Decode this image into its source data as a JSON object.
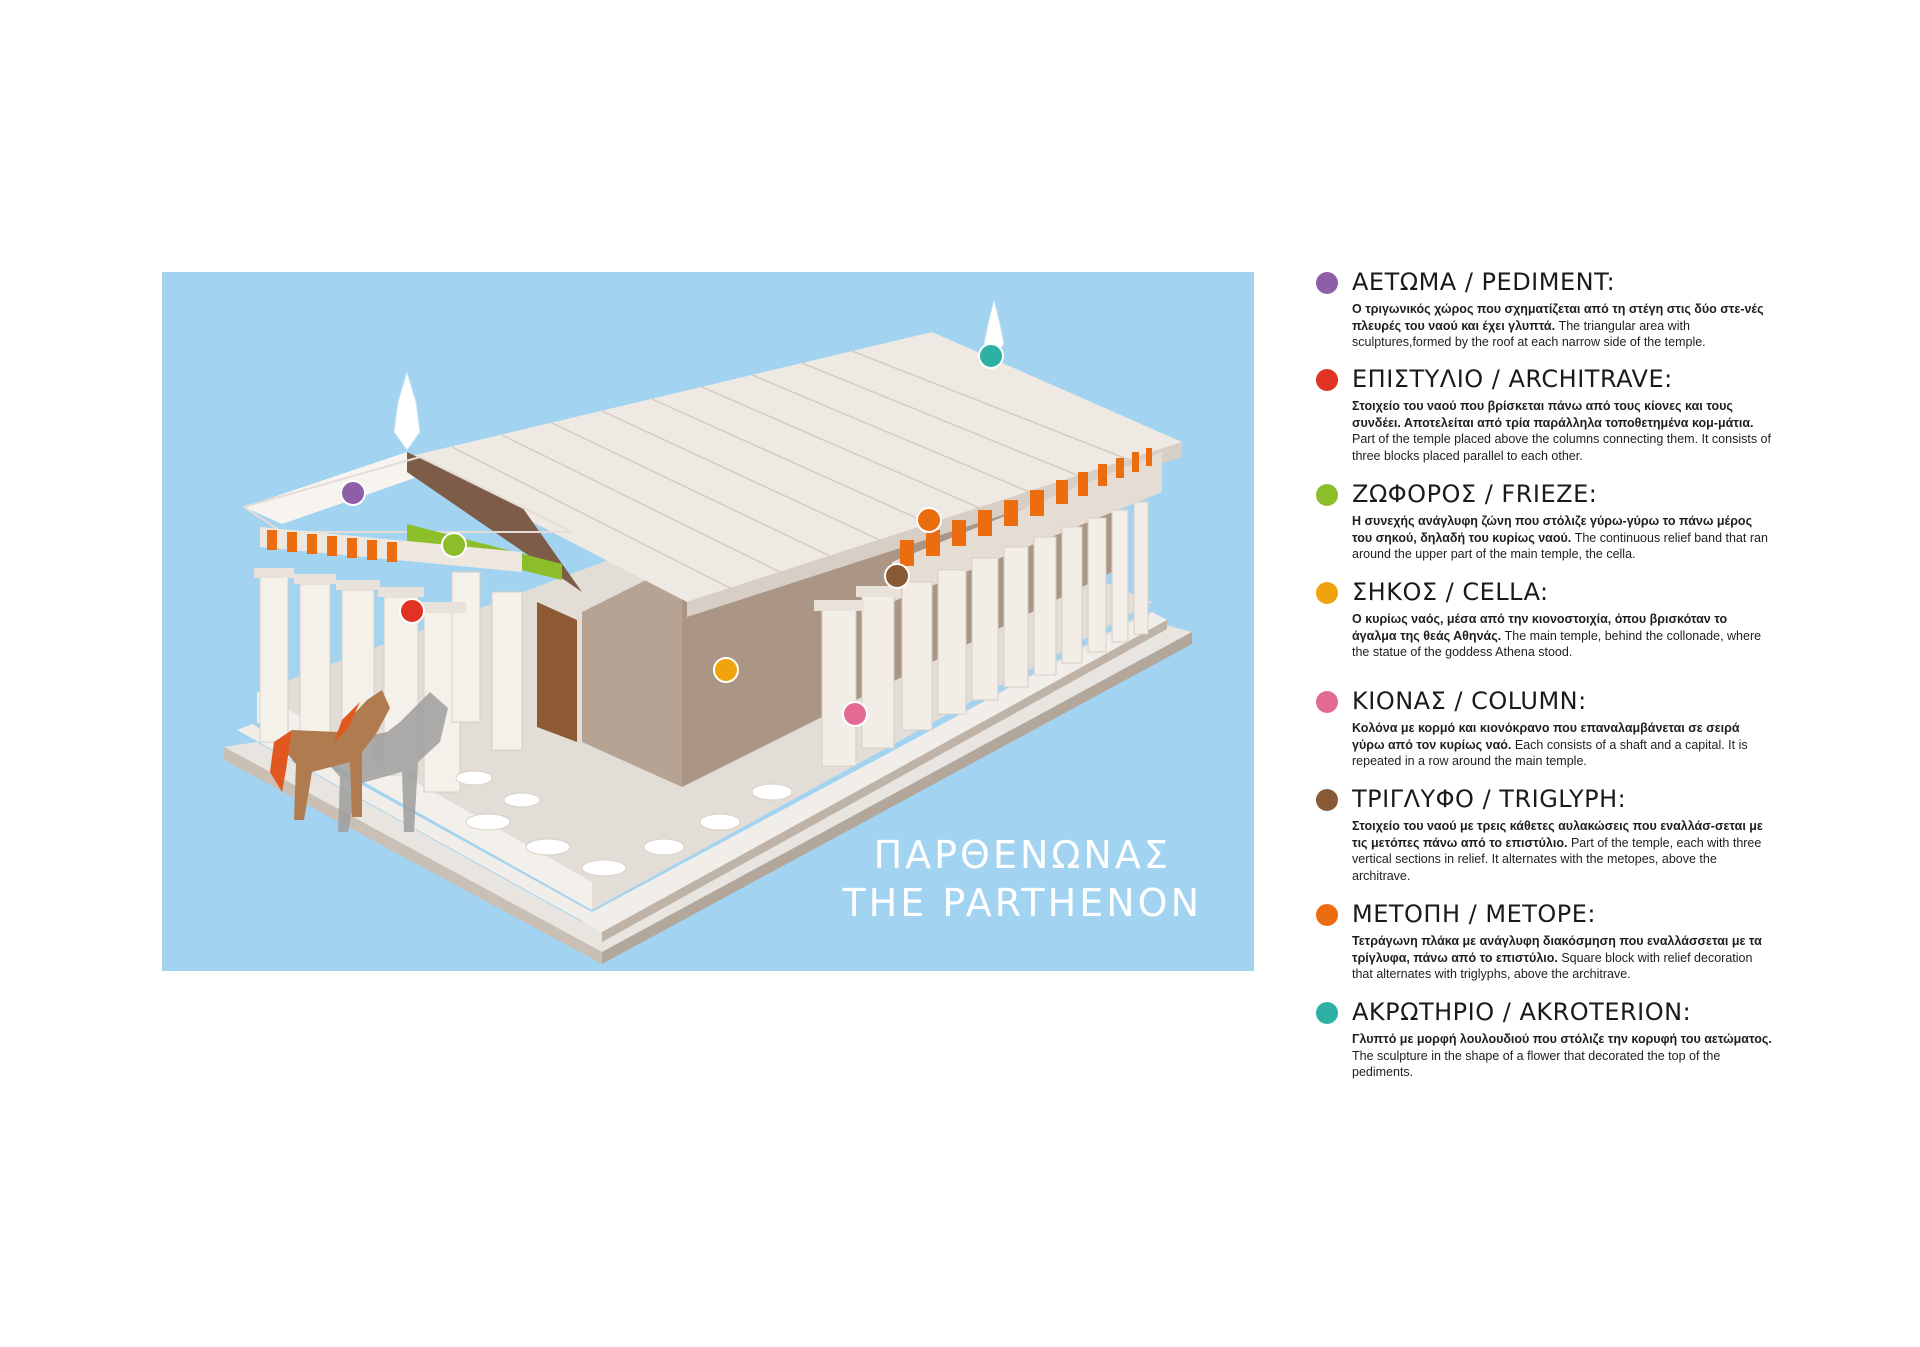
{
  "illustration": {
    "title_greek": "ΠΑΡΘΕΝΩΝΑΣ",
    "title_english": "THE PARTHENON",
    "background_color": "#a2d3f0"
  },
  "legend": [
    {
      "title": "ΑΕΤΩΜΑ / PEDIMENT:",
      "color": "#8e5fa8",
      "text_greek": "Ο τριγωνικός χώρος που σχηματίζεται από τη στέγη στις δύο στε-νές πλευρές του ναού και έχει γλυπτά.",
      "text_english": "The triangular area with sculptures,formed by the roof at each narrow side of the temple."
    },
    {
      "title": "ΕΠΙΣΤΥΛΙΟ / ARCHITRAVE:",
      "color": "#e03323",
      "text_greek": "Στοιχείο του ναού που βρίσκεται πάνω από τους κίονες και τους συνδέει. Αποτελείται από τρία παράλληλα τοποθετημένα κομ-μάτια.",
      "text_english": "Part of the temple placed above the columns connecting them. It consists of three blocks  placed parallel to each other."
    },
    {
      "title": "ΖΩΦΟΡΟΣ / FRIEZE:",
      "color": "#8cbe2a",
      "text_greek": "Η συνεχής ανάγλυφη ζώνη που στόλιζε γύρω-γύρω το πάνω μέρος του σηκού, δηλαδή του κυρίως ναού.",
      "text_english": "The continuous relief band that ran around the upper part of the main temple, the cella."
    },
    {
      "title": "ΣΗΚΟΣ / CELLA:",
      "color": "#f0a30c",
      "text_greek": "Ο κυρίως ναός, μέσα από την κιονοστοιχία, όπου βρισκόταν το άγαλμα της θεάς Αθηνάς.",
      "text_english": "The main temple, behind the collonade, where the statue of the goddess Athena stood."
    },
    {
      "title": "ΚΙΟΝΑΣ / COLUMN:",
      "color": "#e46a96",
      "text_greek": "Κολόνα με κορμό και κιονόκρανο που επαναλαμβάνεται σε σειρά γύρω από τον κυρίως ναό.",
      "text_english": "Each consists of a shaft and a capital. It is repeated in a row around the main temple."
    },
    {
      "title": "ΤΡΙΓΛΥΦΟ / TRIGLYPH:",
      "color": "#8a5a34",
      "text_greek": "Στοιχείο του ναού με τρεις κάθετες αυλακώσεις που εναλλάσ-σεται με τις μετόπες πάνω από το επιστύλιο.",
      "text_english": "Part of the temple, each with three vertical sections in relief. It alternates with the metopes, above the architrave."
    },
    {
      "title": "ΜΕΤΟΠΗ / METOPE:",
      "color": "#ec6d10",
      "text_greek": "Τετράγωνη πλάκα με ανάγλυφη διακόσμηση που εναλλάσσεται με τα τρίγλυφα, πάνω από το επιστύλιο.",
      "text_english": "Square block with relief decoration that alternates with triglyphs, above the architrave."
    },
    {
      "title": "ΑΚΡΩΤΗΡΙΟ / AKROTERION:",
      "color": "#2fb0a5",
      "text_greek": "Γλυπτό με μορφή λουλουδιού που στόλιζε την κορυφή του αετώματος.",
      "text_english": "The sculpture in the shape of a flower that decorated the top of the pediments."
    }
  ]
}
